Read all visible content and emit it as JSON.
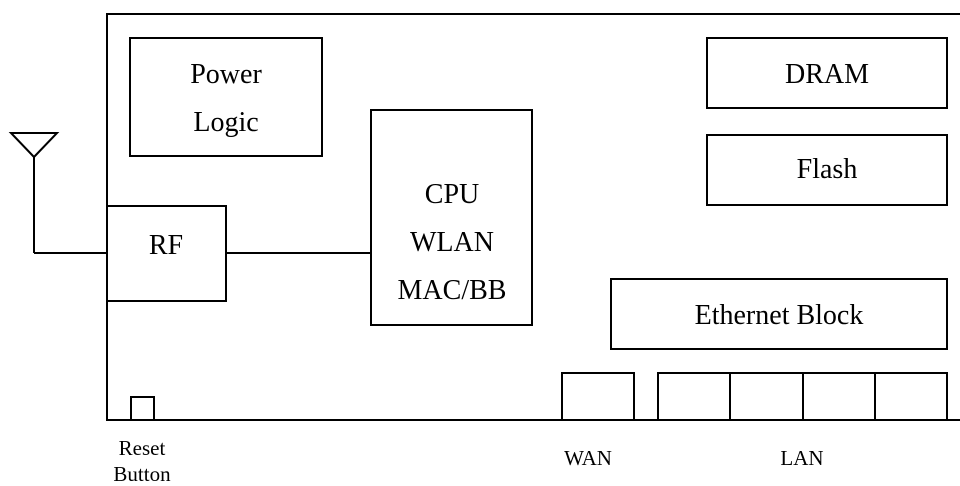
{
  "diagram": {
    "blocks": {
      "power_logic": {
        "line1": "Power",
        "line2": "Logic"
      },
      "dram": "DRAM",
      "flash": "Flash",
      "cpu": {
        "line1": "CPU",
        "line2": "WLAN",
        "line3": "MAC/BB"
      },
      "rf": "RF",
      "ethernet": "Ethernet Block"
    },
    "ports": {
      "reset": {
        "line1": "Reset",
        "line2": "Button"
      },
      "wan": "WAN",
      "lan": "LAN"
    }
  }
}
